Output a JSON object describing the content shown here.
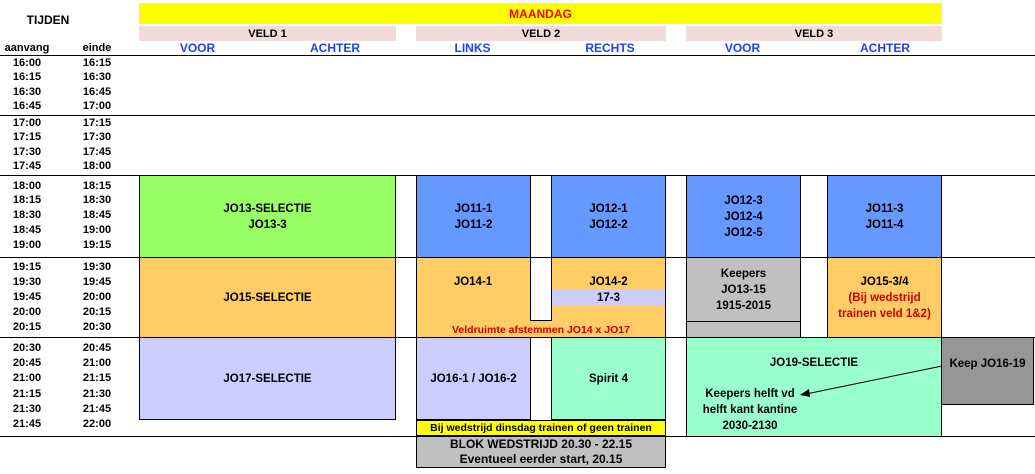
{
  "header": {
    "tijden": "TIJDEN",
    "day": "MAANDAG",
    "col_start": "aanvang",
    "col_end": "einde",
    "fields": [
      {
        "name": "VELD 1",
        "left": "VOOR",
        "right": "ACHTER"
      },
      {
        "name": "VELD 2",
        "left": "LINKS",
        "right": "RECHTS"
      },
      {
        "name": "VELD 3",
        "left": "VOOR",
        "right": "ACHTER"
      }
    ]
  },
  "times": [
    [
      "16:00",
      "16:15"
    ],
    [
      "16:15",
      "16:30"
    ],
    [
      "16:30",
      "16:45"
    ],
    [
      "16:45",
      "17:00"
    ],
    [
      "17:00",
      "17:15"
    ],
    [
      "17:15",
      "17:30"
    ],
    [
      "17:30",
      "17:45"
    ],
    [
      "17:45",
      "18:00"
    ],
    [
      "18:00",
      "18:15"
    ],
    [
      "18:15",
      "18:30"
    ],
    [
      "18:30",
      "18:45"
    ],
    [
      "18:45",
      "19:00"
    ],
    [
      "19:00",
      "19:15"
    ],
    [
      "19:15",
      "19:30"
    ],
    [
      "19:30",
      "19:45"
    ],
    [
      "19:45",
      "20:00"
    ],
    [
      "20:00",
      "20:15"
    ],
    [
      "20:15",
      "20:30"
    ],
    [
      "20:30",
      "20:45"
    ],
    [
      "20:45",
      "21:00"
    ],
    [
      "21:00",
      "21:15"
    ],
    [
      "21:15",
      "21:30"
    ],
    [
      "21:30",
      "21:45"
    ],
    [
      "21:45",
      "22:00"
    ]
  ],
  "blocks": {
    "v1_1": {
      "line1": "JO13-SELECTIE",
      "line2": "JO13-3"
    },
    "v1_2": {
      "line1": "JO15-SELECTIE"
    },
    "v1_3": {
      "line1": "JO17-SELECTIE"
    },
    "v2l_1": {
      "line1": "JO11-1",
      "line2": "JO11-2"
    },
    "v2r_1": {
      "line1": "JO12-1",
      "line2": "JO12-2"
    },
    "v2l_2": {
      "line1": "JO14-1"
    },
    "v2r_2": {
      "line1": "JO14-2",
      "line2": "17-3"
    },
    "v2_note": "Veldruimte afstemmen JO14 x JO17",
    "v2l_3": {
      "line1": "JO16-1 / JO16-2"
    },
    "v2r_3": {
      "line1": "Spirit 4"
    },
    "v2_yellow": "Bij wedstrijd dinsdag trainen of geen trainen",
    "v2_grey": {
      "line1": "BLOK WEDSTRIJD 20.30 - 22.15",
      "line2": "Eventueel eerder start, 20.15"
    },
    "v3l_1": {
      "line1": "JO12-3",
      "line2": "JO12-4",
      "line3": "JO12-5"
    },
    "v3r_1": {
      "line1": "JO11-3",
      "line2": "JO11-4"
    },
    "v3l_2": {
      "line1": "Keepers",
      "line2": "JO13-15",
      "line3": "1915-2015"
    },
    "v3r_2": {
      "line1": "JO15-3/4",
      "line2": "(Bij wedstrijd",
      "line3": "trainen veld 1&2)"
    },
    "v3_3": {
      "line1": "JO19-SELECTIE"
    },
    "v3_keepers": {
      "line1": "Keepers helft vd",
      "line2": "helft kant kantine",
      "line3": "2030-2130"
    },
    "keep_box": "Keep JO16-19"
  },
  "colors": {
    "yellow": "#ffff00",
    "pink": "#f2dcdb",
    "green": "#99ff66",
    "orange": "#ffcc66",
    "lavender": "#ccccff",
    "blue": "#6699ff",
    "mint": "#99ffcc",
    "grey": "#c0c0c0",
    "dark_grey": "#969696"
  }
}
